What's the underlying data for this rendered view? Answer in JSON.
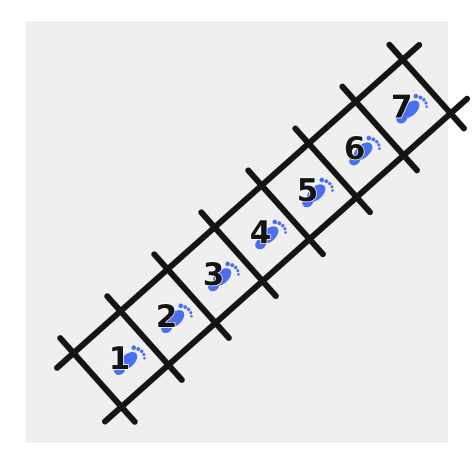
{
  "colors": {
    "background": "#efefef",
    "ladder": "#141414",
    "footprint": "#4a6ff0",
    "number": "#141414"
  },
  "icon": "footprint-icon",
  "steps": [
    {
      "number": "1"
    },
    {
      "number": "2"
    },
    {
      "number": "3"
    },
    {
      "number": "4"
    },
    {
      "number": "5"
    },
    {
      "number": "6"
    },
    {
      "number": "7"
    }
  ]
}
